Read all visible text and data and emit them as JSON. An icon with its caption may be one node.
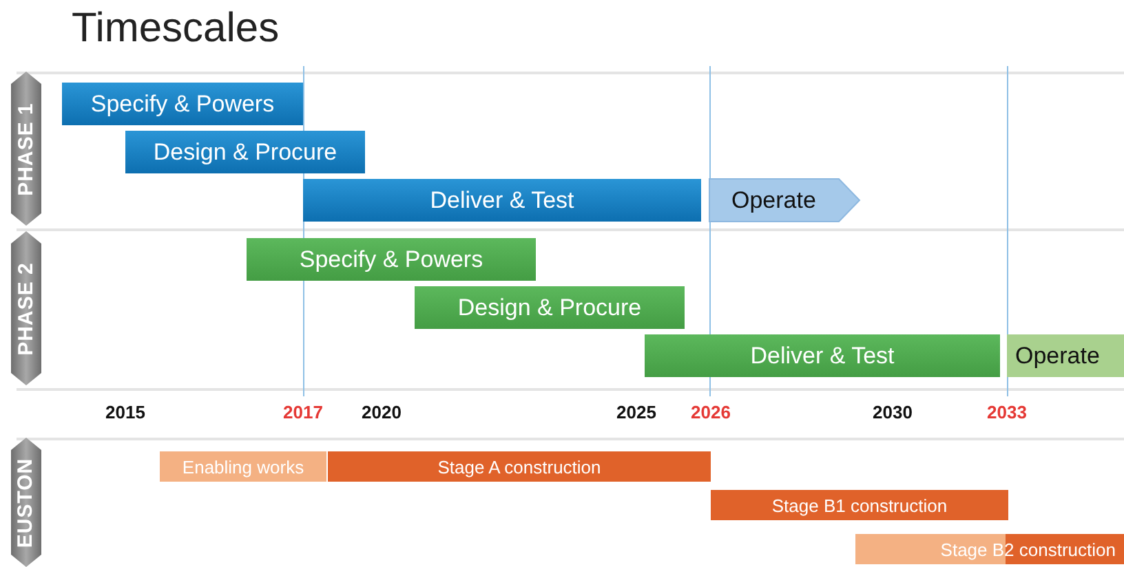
{
  "diagram": {
    "title": "Timescales",
    "nodes": [
      {
        "text": [
          "PHASE 1"
        ]
      },
      {
        "text": [
          "Specify & Powers"
        ]
      },
      {
        "text": [
          "Design & Procure"
        ]
      },
      {
        "text": [
          "Deliver & Test"
        ]
      },
      {
        "text": [
          "Operate"
        ]
      },
      {
        "text": [
          "PHASE 2"
        ]
      },
      {
        "text": [
          "Specify & Powers"
        ]
      },
      {
        "text": [
          "Design & Procure"
        ]
      },
      {
        "text": [
          "Deliver & Test"
        ]
      },
      {
        "text": [
          "Operate"
        ]
      },
      {
        "text": [
          "EUSTON"
        ]
      },
      {
        "text": [
          "Enabling works"
        ]
      },
      {
        "text": [
          "Stage A construction"
        ]
      },
      {
        "text": [
          "Stage B1 construction"
        ]
      },
      {
        "text": [
          "Stage B2 construction"
        ]
      }
    ],
    "labels": [
      "2015",
      "2017",
      "2020",
      "2025",
      "2026",
      "2030",
      "2033"
    ]
  }
}
